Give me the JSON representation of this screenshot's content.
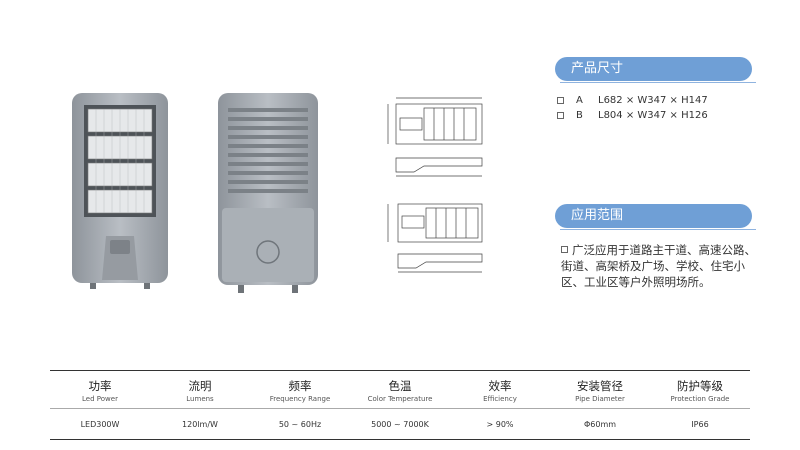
{
  "dimensions": {
    "title": "产品尺寸",
    "rows": [
      {
        "letter": "A",
        "value": "L682 × W347 × H147"
      },
      {
        "letter": "B",
        "value": "L804 × W347 × H126"
      }
    ]
  },
  "application": {
    "title": "应用范围",
    "text": "广泛应用于道路主干道、高速公路、街道、高架桥及广场、学校、住宅小区、工业区等户外照明场所。"
  },
  "specs": {
    "headers": [
      {
        "zh": "功率",
        "en": "Led Power"
      },
      {
        "zh": "流明",
        "en": "Lumens"
      },
      {
        "zh": "频率",
        "en": "Frequency Range"
      },
      {
        "zh": "色温",
        "en": "Color Temperature"
      },
      {
        "zh": "效率",
        "en": "Efficiency"
      },
      {
        "zh": "安装管径",
        "en": "Pipe Diameter"
      },
      {
        "zh": "防护等级",
        "en": "Protection Grade"
      }
    ],
    "values": [
      "LED300W",
      "120lm/W",
      "50 ~ 60Hz",
      "5000 ~ 7000K",
      "> 90%",
      "Φ60mm",
      "IP66"
    ]
  },
  "colors": {
    "accent": "#6f9fd6",
    "housing": "#a8adb3"
  }
}
